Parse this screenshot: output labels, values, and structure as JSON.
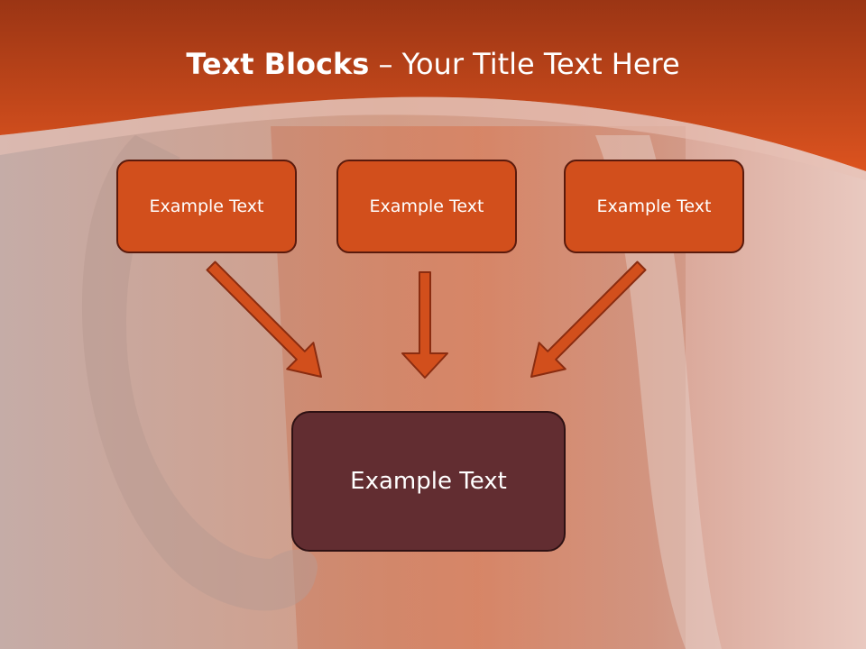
{
  "title": {
    "bold": "Text Blocks",
    "separator": " – ",
    "rest": "Your Title Text Here"
  },
  "boxes": [
    {
      "label": "Example Text"
    },
    {
      "label": "Example Text"
    },
    {
      "label": "Example Text"
    }
  ],
  "result_box": {
    "label": "Example Text"
  },
  "colors": {
    "header": "#c9451a",
    "box_fill": "#d24f1c",
    "result_fill": "#622d31",
    "arrow": "#d24f1c"
  }
}
